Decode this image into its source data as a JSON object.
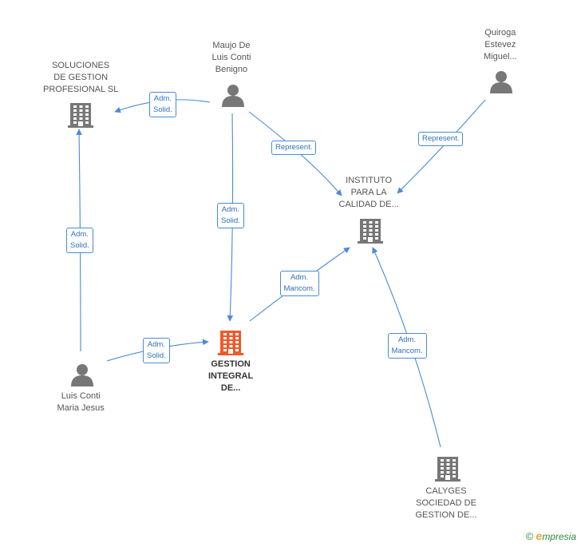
{
  "colors": {
    "edge": "#4a8bd4",
    "node": "#777777",
    "main_node": "#f05a28",
    "label_text": "#555555"
  },
  "nodes": [
    {
      "id": "soluciones",
      "kind": "company",
      "label": [
        "SOLUCIONES",
        "DE GESTION",
        "PROFESIONAL SL"
      ]
    },
    {
      "id": "maujo",
      "kind": "person",
      "label": [
        "Maujo De",
        "Luis Conti",
        "Benigno"
      ]
    },
    {
      "id": "quiroga",
      "kind": "person",
      "label": [
        "Quiroga",
        "Estevez",
        "Miguel..."
      ]
    },
    {
      "id": "instituto",
      "kind": "company",
      "label": [
        "INSTITUTO",
        "PARA LA",
        "CALIDAD DE..."
      ]
    },
    {
      "id": "gestion",
      "kind": "company-main",
      "label": [
        "GESTION",
        "INTEGRAL",
        "DE..."
      ]
    },
    {
      "id": "luis",
      "kind": "person",
      "label": [
        "Luis Conti",
        "Maria Jesus"
      ]
    },
    {
      "id": "calyges",
      "kind": "company",
      "label": [
        "CALYGES",
        "SOCIEDAD DE",
        "GESTION DE..."
      ]
    }
  ],
  "edges": [
    {
      "id": "maujo-soluciones",
      "label": [
        "Adm.",
        "Solid."
      ]
    },
    {
      "id": "maujo-instituto",
      "label": [
        "Represent."
      ]
    },
    {
      "id": "quiroga-instituto",
      "label": [
        "Represent."
      ]
    },
    {
      "id": "maujo-gestion",
      "label": [
        "Adm.",
        "Solid."
      ]
    },
    {
      "id": "luis-soluciones",
      "label": [
        "Adm.",
        "Solid."
      ]
    },
    {
      "id": "luis-gestion",
      "label": [
        "Adm.",
        "Solid."
      ]
    },
    {
      "id": "gestion-instituto",
      "label": [
        "Adm.",
        "Mancom."
      ]
    },
    {
      "id": "calyges-instituto",
      "label": [
        "Adm.",
        "Mancom."
      ]
    }
  ],
  "footer": {
    "copyright": "©",
    "brand_initial": "e",
    "brand_rest": "mpresia"
  }
}
